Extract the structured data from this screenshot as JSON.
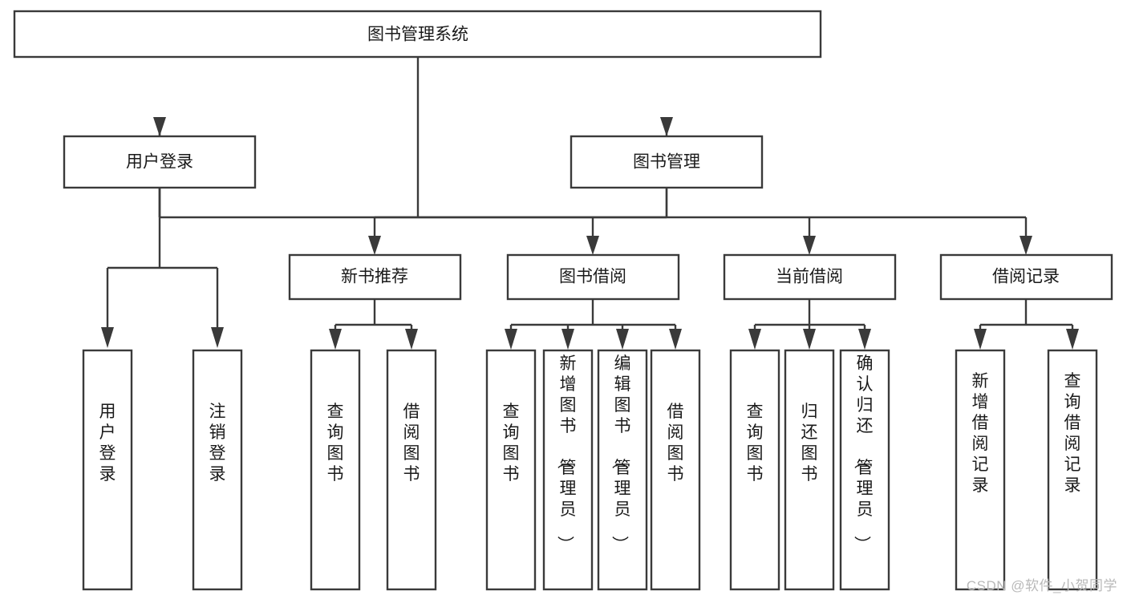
{
  "diagram": {
    "type": "tree-hierarchy",
    "title": "图书管理系统",
    "watermark": "CSDN @软件_小贺同学",
    "colors": {
      "box_stroke": "#3a3a3a",
      "box_fill": "#ffffff",
      "connector": "#3a3a3a",
      "text": "#1a1a1a",
      "background": "#ffffff",
      "watermark": "#b9b9b9"
    },
    "levels": {
      "root": {
        "label": "图书管理系统"
      },
      "level2": [
        {
          "id": "user-login",
          "label": "用户登录"
        },
        {
          "id": "book-management",
          "label": "图书管理"
        }
      ],
      "level3": [
        {
          "id": "new-book-recommend",
          "label": "新书推荐",
          "parent": "book-management"
        },
        {
          "id": "book-borrow",
          "label": "图书借阅",
          "parent": "book-management"
        },
        {
          "id": "current-borrow",
          "label": "当前借阅",
          "parent": "book-management"
        },
        {
          "id": "borrow-record",
          "label": "借阅记录",
          "parent": "book-management"
        }
      ],
      "leaves": [
        {
          "id": "leaf-user-login",
          "label": "用户登录",
          "parent": "user-login"
        },
        {
          "id": "leaf-logout-login",
          "label": "注销登录",
          "parent": "user-login"
        },
        {
          "id": "leaf-query-book-1",
          "label": "查询图书",
          "parent": "new-book-recommend"
        },
        {
          "id": "leaf-borrow-book-1",
          "label": "借阅图书",
          "parent": "new-book-recommend"
        },
        {
          "id": "leaf-query-book-2",
          "label": "查询图书",
          "parent": "book-borrow"
        },
        {
          "id": "leaf-add-book",
          "label": "新增图书（管理员）",
          "parent": "book-borrow"
        },
        {
          "id": "leaf-edit-book",
          "label": "编辑图书（管理员）",
          "parent": "book-borrow"
        },
        {
          "id": "leaf-borrow-book-2",
          "label": "借阅图书",
          "parent": "book-borrow"
        },
        {
          "id": "leaf-query-book-3",
          "label": "查询图书",
          "parent": "current-borrow"
        },
        {
          "id": "leaf-return-book",
          "label": "归还图书",
          "parent": "current-borrow"
        },
        {
          "id": "leaf-confirm-return",
          "label": "确认归还（管理员）",
          "parent": "current-borrow"
        },
        {
          "id": "leaf-add-record",
          "label": "新增借阅记录",
          "parent": "borrow-record"
        },
        {
          "id": "leaf-query-record",
          "label": "查询借阅记录",
          "parent": "borrow-record"
        }
      ]
    }
  }
}
